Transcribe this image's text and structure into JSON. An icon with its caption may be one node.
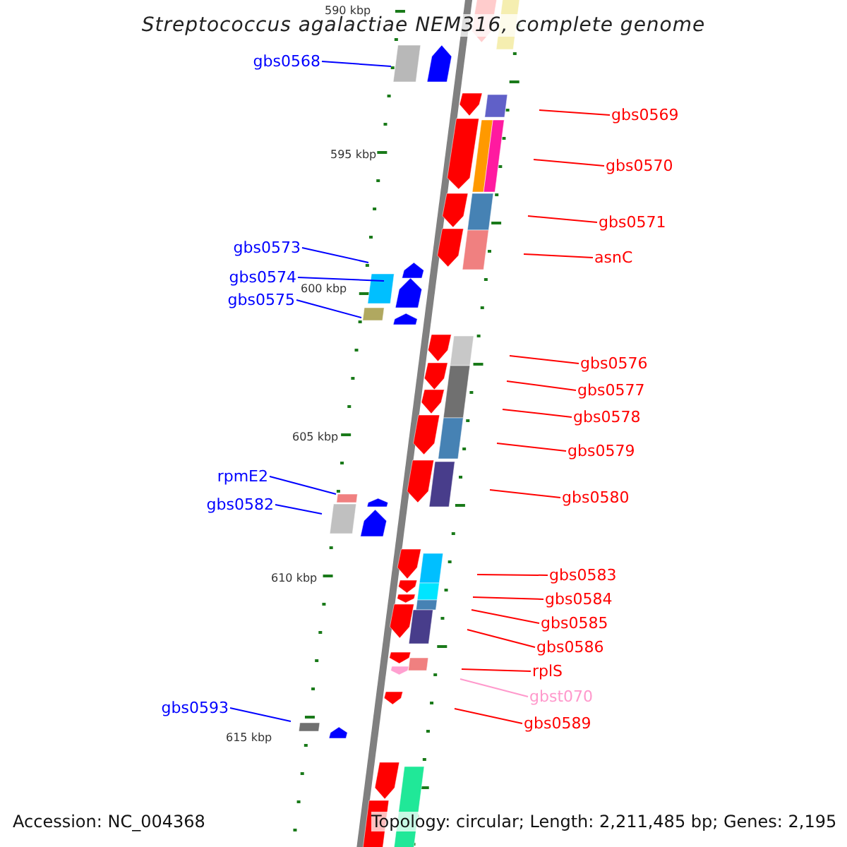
{
  "diagram": {
    "title": "Streptococcus agalactiae NEM316, complete genome",
    "nodes": [
      {
        "text": [
          "gbs0568"
        ]
      },
      {
        "text": [
          "gbs0569"
        ]
      },
      {
        "text": [
          "gbs0570"
        ]
      },
      {
        "text": [
          "gbs0571"
        ]
      },
      {
        "text": [
          "asnC"
        ]
      },
      {
        "text": [
          "gbs0573"
        ]
      },
      {
        "text": [
          "gbs0574"
        ]
      },
      {
        "text": [
          "gbs0575"
        ]
      },
      {
        "text": [
          "gbs0576"
        ]
      },
      {
        "text": [
          "gbs0577"
        ]
      },
      {
        "text": [
          "gbs0578"
        ]
      },
      {
        "text": [
          "gbs0579"
        ]
      },
      {
        "text": [
          "gbs0580"
        ]
      },
      {
        "text": [
          "rpmE2"
        ]
      },
      {
        "text": [
          "gbs0582"
        ]
      },
      {
        "text": [
          "gbs0583"
        ]
      },
      {
        "text": [
          "gbs0584"
        ]
      },
      {
        "text": [
          "gbs0585"
        ]
      },
      {
        "text": [
          "gbs0586"
        ]
      },
      {
        "text": [
          "rplS"
        ]
      },
      {
        "text": [
          "gbst070"
        ]
      },
      {
        "text": [
          "gbs0589"
        ]
      },
      {
        "text": [
          "gbs0593"
        ]
      }
    ],
    "edges": [
      {
        "from": 0,
        "to": null,
        "arrow": "none",
        "color": "#0000ff"
      },
      {
        "from": 1,
        "to": null,
        "arrow": "none"
      },
      {
        "from": 2,
        "to": null,
        "arrow": "none"
      },
      {
        "from": 3,
        "to": null,
        "arrow": "none"
      },
      {
        "from": 4,
        "to": null,
        "arrow": "none"
      },
      {
        "from": 5,
        "to": null,
        "arrow": "none",
        "color": "#0000ff"
      },
      {
        "from": 6,
        "to": null,
        "arrow": "none",
        "color": "#0000ff"
      },
      {
        "from": 7,
        "to": null,
        "arrow": "none",
        "color": "#0000ff"
      },
      {
        "from": 8,
        "to": null,
        "arrow": "none"
      },
      {
        "from": 9,
        "to": null,
        "arrow": "none"
      },
      {
        "from": 10,
        "to": null,
        "arrow": "none"
      },
      {
        "from": 11,
        "to": null,
        "arrow": "none"
      },
      {
        "from": 12,
        "to": null,
        "arrow": "none"
      },
      {
        "from": 13,
        "to": null,
        "arrow": "none",
        "color": "#0000ff"
      },
      {
        "from": 14,
        "to": null,
        "arrow": "none",
        "color": "#0000ff"
      },
      {
        "from": 15,
        "to": null,
        "arrow": "none"
      },
      {
        "from": 16,
        "to": null,
        "arrow": "none"
      },
      {
        "from": 17,
        "to": null,
        "arrow": "none"
      },
      {
        "from": 18,
        "to": null,
        "arrow": "none"
      },
      {
        "from": 19,
        "to": null,
        "arrow": "none"
      },
      {
        "from": 20,
        "to": null,
        "arrow": "none",
        "color": "#ff99cc"
      },
      {
        "from": 21,
        "to": null,
        "arrow": "none"
      },
      {
        "from": 22,
        "to": null,
        "arrow": "none",
        "color": "#0000ff"
      }
    ],
    "labels": [
      "590 kbp",
      "595 kbp",
      "600 kbp",
      "605 kbp",
      "610 kbp",
      "615 kbp",
      "Accession: NC_004368",
      "Topology: circular; Length: 2,211,485 bp; Genes: 2,195"
    ]
  }
}
